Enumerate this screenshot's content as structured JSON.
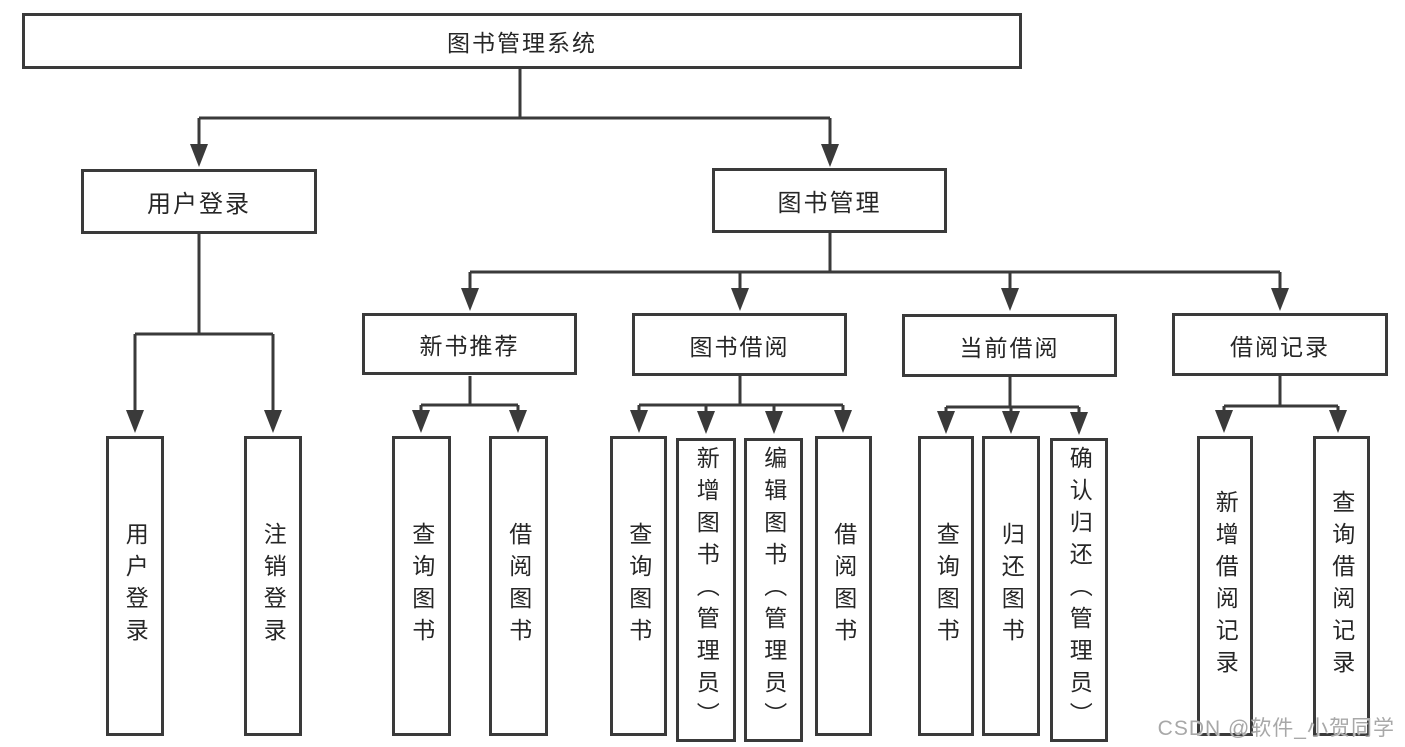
{
  "diagram": {
    "root": {
      "label": "图书管理系统"
    },
    "level2": [
      {
        "label": "用户登录"
      },
      {
        "label": "图书管理"
      }
    ],
    "level3": [
      {
        "label": "新书推荐",
        "parent": "图书管理"
      },
      {
        "label": "图书借阅",
        "parent": "图书管理"
      },
      {
        "label": "当前借阅",
        "parent": "图书管理"
      },
      {
        "label": "借阅记录",
        "parent": "图书管理"
      }
    ],
    "leaves": [
      {
        "label": "用户登录",
        "parent": "用户登录"
      },
      {
        "label": "注销登录",
        "parent": "用户登录"
      },
      {
        "label": "查询图书",
        "parent": "新书推荐"
      },
      {
        "label": "借阅图书",
        "parent": "新书推荐"
      },
      {
        "label": "查询图书",
        "parent": "图书借阅"
      },
      {
        "label": "新增图书（管理员）",
        "parent": "图书借阅"
      },
      {
        "label": "编辑图书（管理员）",
        "parent": "图书借阅"
      },
      {
        "label": "借阅图书",
        "parent": "图书借阅"
      },
      {
        "label": "查询图书",
        "parent": "当前借阅"
      },
      {
        "label": "归还图书",
        "parent": "当前借阅"
      },
      {
        "label": "确认归还（管理员）",
        "parent": "当前借阅"
      },
      {
        "label": "新增借阅记录",
        "parent": "借阅记录"
      },
      {
        "label": "查询借阅记录",
        "parent": "借阅记录"
      }
    ]
  },
  "watermark": {
    "text": "CSDN @软件_小贺同学"
  },
  "colors": {
    "line": "#3a3a3a",
    "text": "#262626",
    "watermark": "#a8a8a8",
    "background": "#ffffff"
  }
}
